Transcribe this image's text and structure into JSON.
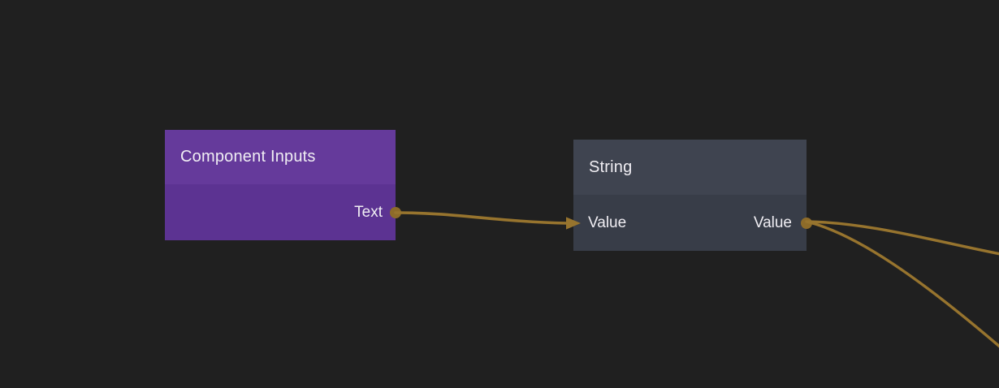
{
  "app": {
    "view": "node-graph-editor"
  },
  "canvas": {
    "background_color": "#202020",
    "wire_color": "#97742e",
    "port_color": "#8d6b29"
  },
  "nodes": [
    {
      "title": "Component Inputs",
      "header_color": "#653a9b",
      "body_color": "#5c3392",
      "inputs": [],
      "outputs": [
        {
          "label": "Text"
        }
      ]
    },
    {
      "title": "String",
      "header_color": "#3f4450",
      "body_color": "#383d48",
      "inputs": [
        {
          "label": "Value"
        }
      ],
      "outputs": [
        {
          "label": "Value"
        }
      ]
    }
  ],
  "connections": [
    {
      "from": "Component Inputs / Text",
      "to": "String / Value"
    },
    {
      "from": "String / Value",
      "to": "off-screen right (upper wire)"
    },
    {
      "from": "String / Value",
      "to": "off-screen right (lower wire)"
    }
  ]
}
